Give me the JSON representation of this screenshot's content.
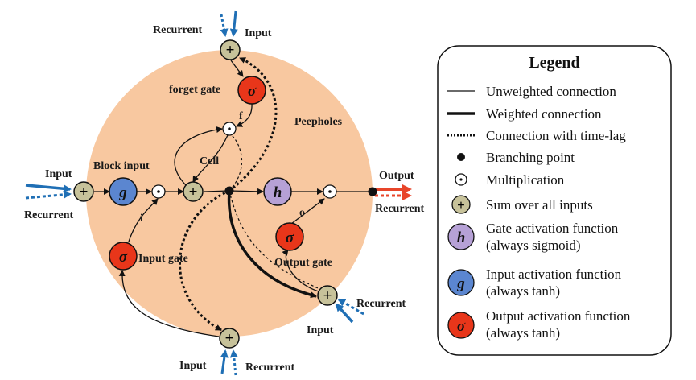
{
  "colors": {
    "cell_fill": "#f8c8a0",
    "input_blue": "#1f6fb5",
    "output_red": "#e8452a",
    "sum_fill": "#c7c29a",
    "gate_fill": "#b6a1d6",
    "input_act_fill": "#5b86d0",
    "output_act_fill": "#e8361a"
  },
  "symbols": {
    "sum": "+",
    "mult": "·",
    "sigma": "σ",
    "g": "g",
    "h": "h"
  },
  "labels": {
    "recurrent_top": "Recurrent",
    "input_top": "Input",
    "forget_gate": "forget gate",
    "f": "f",
    "peepholes": "Peepholes",
    "cell": "Cell",
    "block_input": "Block input",
    "input_left": "Input",
    "recurrent_left": "Recurrent",
    "output_right": "Output",
    "recurrent_right": "Recurrent",
    "i": "i",
    "o": "o",
    "input_gate": "Input gate",
    "output_gate": "Output gate",
    "recurrent_br": "Recurrent",
    "input_br": "Input",
    "input_bottom": "Input",
    "recurrent_bottom": "Recurrent"
  },
  "legend": {
    "title": "Legend",
    "items": [
      {
        "label": "Unweighted connection"
      },
      {
        "label": "Weighted connection"
      },
      {
        "label": "Connection with time-lag"
      },
      {
        "label": "Branching point"
      },
      {
        "label": "Multiplication"
      },
      {
        "label": "Sum over all inputs"
      },
      {
        "label": "Gate activation function",
        "label2": "(always sigmoid)"
      },
      {
        "label": "Input activation function",
        "label2": "(always tanh)"
      },
      {
        "label": "Output activation function",
        "label2": "(always tanh)"
      }
    ]
  }
}
